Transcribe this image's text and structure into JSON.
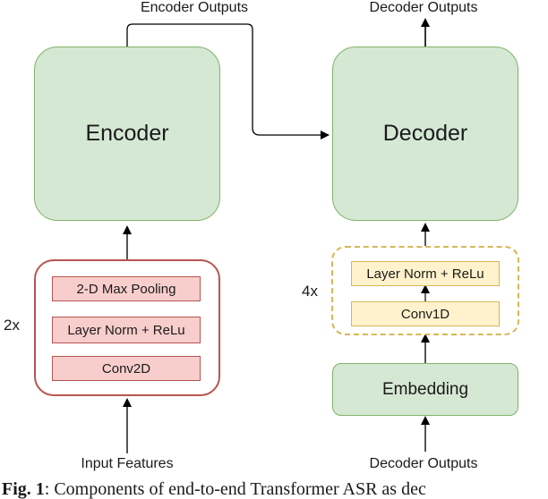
{
  "encoder": {
    "title": "Encoder",
    "output_label": "Encoder Outputs",
    "input_label": "Input Features",
    "repeat_label": "2x",
    "layers": [
      "2-D Max Pooling",
      "Layer Norm + ReLu",
      "Conv2D"
    ]
  },
  "decoder": {
    "title": "Decoder",
    "output_label": "Decoder Outputs",
    "input_label": "Decoder Outputs",
    "repeat_label": "4x",
    "layers": [
      "Layer Norm + ReLu",
      "Conv1D"
    ],
    "embedding_label": "Embedding"
  },
  "caption": {
    "prefix": "Fig. 1",
    "text": ": Components of end-to-end Transformer ASR as dec"
  },
  "colors": {
    "block_fill": "#d5e8d4",
    "block_stroke": "#82b366",
    "conv_fill": "#f8cecc",
    "conv_stroke": "#b85450",
    "dec_conv_fill": "#fff2cc",
    "dec_conv_stroke": "#d6b656"
  }
}
